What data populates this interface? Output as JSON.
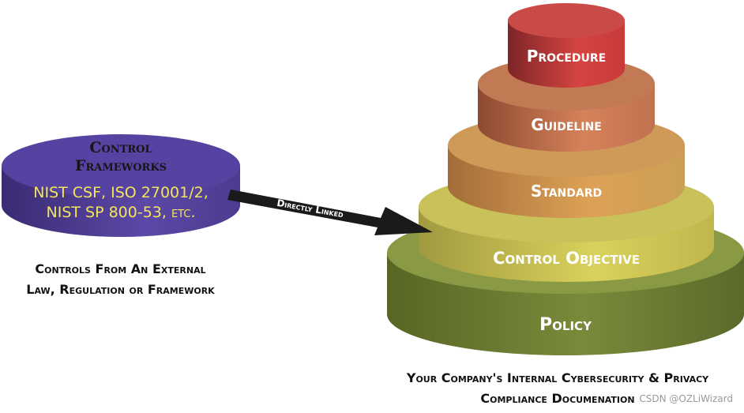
{
  "frameworks_disk": {
    "title_line1": "Control",
    "title_line2": "Frameworks",
    "body_line1": "NIST CSF, ISO 27001/2,",
    "body_line2": "NIST SP 800-53, etc."
  },
  "arrow": {
    "label": "Directly Linked"
  },
  "left_caption": {
    "line1": "Controls From An External",
    "line2": "Law, Regulation or Framework"
  },
  "pyramid": {
    "tiers": [
      {
        "label": "Procedure",
        "color": "#c23a3a"
      },
      {
        "label": "Guideline",
        "color": "#b86a44"
      },
      {
        "label": "Standard",
        "color": "#c58a4e"
      },
      {
        "label": "Control Objective",
        "color": "#b9b04e"
      },
      {
        "label": "Policy",
        "color": "#6f7c35"
      }
    ]
  },
  "bottom_caption": {
    "line1": "Your Company's Internal Cybersecurity & Privacy",
    "line2": "Compliance Documenation"
  },
  "watermark": "CSDN @OZLiWizard",
  "colors": {
    "frameworks_disk": "#4f3c8f",
    "frameworks_text_title": "#161616",
    "frameworks_text_body": "#f3e65a",
    "arrow": "#1a1a1a",
    "tier_label": "#ffffff"
  }
}
